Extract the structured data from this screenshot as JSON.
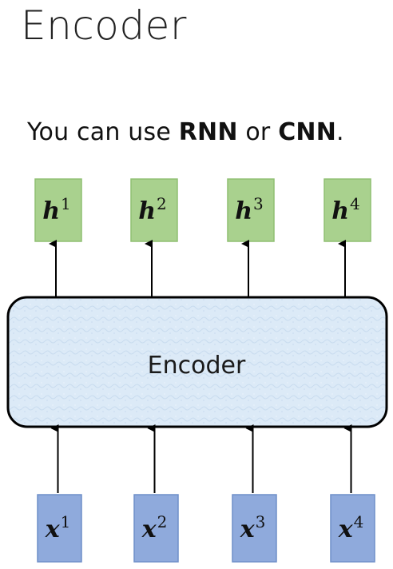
{
  "title": "Encoder",
  "subtitle": {
    "prefix": "You can use ",
    "rnn": "RNN",
    "middle": " or ",
    "cnn": "CNN",
    "suffix": "."
  },
  "encoder_label": "Encoder",
  "outputs": [
    {
      "symbol": "h",
      "index": "1"
    },
    {
      "symbol": "h",
      "index": "2"
    },
    {
      "symbol": "h",
      "index": "3"
    },
    {
      "symbol": "h",
      "index": "4"
    }
  ],
  "inputs": [
    {
      "symbol": "x",
      "index": "1"
    },
    {
      "symbol": "x",
      "index": "2"
    },
    {
      "symbol": "x",
      "index": "3"
    },
    {
      "symbol": "x",
      "index": "4"
    }
  ],
  "colors": {
    "output_fill": "#a9d18e",
    "output_stroke": "#8fbf72",
    "input_fill": "#8faadc",
    "input_stroke": "#6f8fc9",
    "encoder_fill": "#deebf7",
    "encoder_stroke": "#000000"
  }
}
